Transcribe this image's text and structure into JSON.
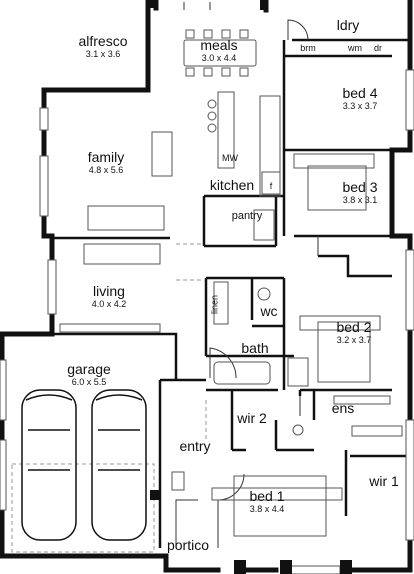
{
  "rooms": {
    "alfresco": {
      "name": "alfresco",
      "dims": "3.1 x 3.6"
    },
    "meals": {
      "name": "meals",
      "dims": "3.0 x 4.4"
    },
    "ldry": {
      "name": "ldry"
    },
    "brm": {
      "name": "brm"
    },
    "wm": {
      "name": "wm"
    },
    "dr": {
      "name": "dr"
    },
    "bed4": {
      "name": "bed 4",
      "dims": "3.3 x 3.7"
    },
    "family": {
      "name": "family",
      "dims": "4.8 x 5.6"
    },
    "kitchen": {
      "name": "kitchen"
    },
    "mw": {
      "name": "MW"
    },
    "fridge": {
      "name": "f"
    },
    "bed3": {
      "name": "bed 3",
      "dims": "3.8 x 3.1"
    },
    "pantry": {
      "name": "pantry"
    },
    "living": {
      "name": "living",
      "dims": "4.0 x 4.2"
    },
    "linen": {
      "name": "linen"
    },
    "wc": {
      "name": "wc"
    },
    "bed2": {
      "name": "bed 2",
      "dims": "3.2 x 3.7"
    },
    "bath": {
      "name": "bath"
    },
    "garage": {
      "name": "garage",
      "dims": "6.0 x 5.5"
    },
    "ens": {
      "name": "ens"
    },
    "wir2": {
      "name": "wir 2"
    },
    "entry": {
      "name": "entry"
    },
    "wir1": {
      "name": "wir 1"
    },
    "bed1": {
      "name": "bed 1",
      "dims": "3.8 x 4.4"
    },
    "portico": {
      "name": "portico"
    }
  }
}
